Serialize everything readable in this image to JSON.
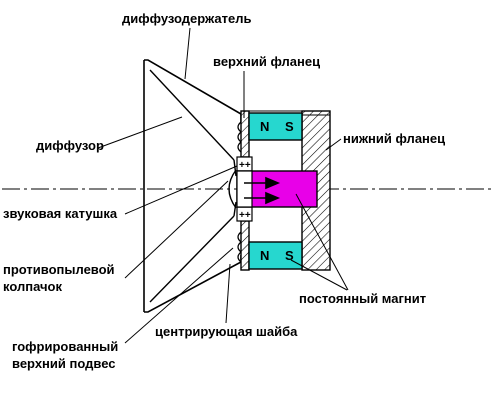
{
  "labels": {
    "diffusor_holder": "диффузодержатель",
    "upper_flange": "верхний фланец",
    "diffusor": "диффузор",
    "lower_flange": "нижний фланец",
    "voice_coil": "звуковая катушка",
    "dust_cap_line1": "противопылевой",
    "dust_cap_line2": "колпачок",
    "permanent_magnet": "постоянный магнит",
    "centering_washer": "центрирующая шайба",
    "surround_line1": "гофрированный",
    "surround_line2": "верхний подвес"
  },
  "poles": {
    "north": "N",
    "south": "S"
  },
  "colors": {
    "magnet": "#26d7cf",
    "core": "#e800e8",
    "outline": "#000000",
    "hatch": "#000000",
    "background": "#ffffff"
  }
}
